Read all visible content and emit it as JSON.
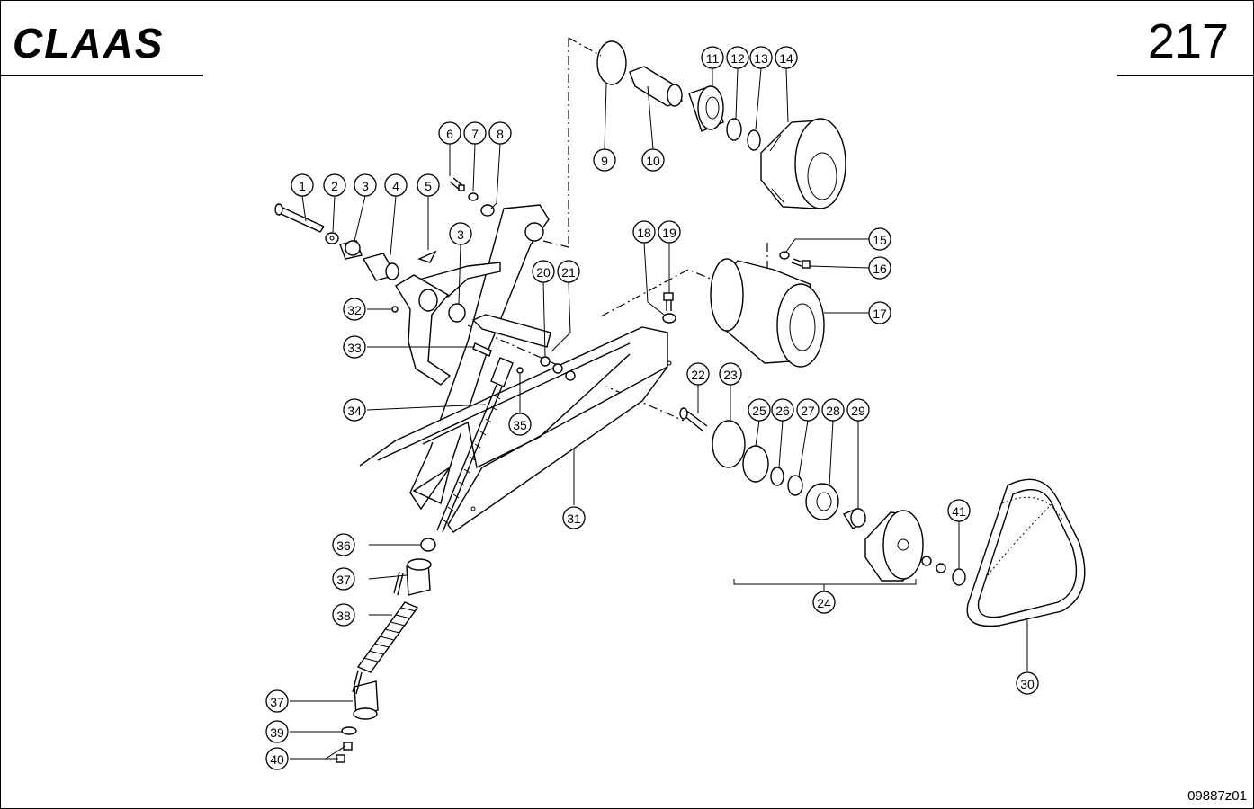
{
  "header": {
    "brand_logo": "CLAAS",
    "page_number": "217"
  },
  "footer": {
    "drawing_code": "09887z01"
  },
  "callouts": [
    {
      "id": "c1",
      "label": "1"
    },
    {
      "id": "c2",
      "label": "2"
    },
    {
      "id": "c3a",
      "label": "3"
    },
    {
      "id": "c4",
      "label": "4"
    },
    {
      "id": "c5",
      "label": "5"
    },
    {
      "id": "c6",
      "label": "6"
    },
    {
      "id": "c7",
      "label": "7"
    },
    {
      "id": "c8",
      "label": "8"
    },
    {
      "id": "c3b",
      "label": "3"
    },
    {
      "id": "c9",
      "label": "9"
    },
    {
      "id": "c10",
      "label": "10"
    },
    {
      "id": "c11",
      "label": "11"
    },
    {
      "id": "c12",
      "label": "12"
    },
    {
      "id": "c13",
      "label": "13"
    },
    {
      "id": "c14",
      "label": "14"
    },
    {
      "id": "c15",
      "label": "15"
    },
    {
      "id": "c16",
      "label": "16"
    },
    {
      "id": "c17",
      "label": "17"
    },
    {
      "id": "c18",
      "label": "18"
    },
    {
      "id": "c19",
      "label": "19"
    },
    {
      "id": "c20",
      "label": "20"
    },
    {
      "id": "c21",
      "label": "21"
    },
    {
      "id": "c22",
      "label": "22"
    },
    {
      "id": "c23",
      "label": "23"
    },
    {
      "id": "c24",
      "label": "24"
    },
    {
      "id": "c25",
      "label": "25"
    },
    {
      "id": "c26",
      "label": "26"
    },
    {
      "id": "c27",
      "label": "27"
    },
    {
      "id": "c28",
      "label": "28"
    },
    {
      "id": "c29",
      "label": "29"
    },
    {
      "id": "c30",
      "label": "30"
    },
    {
      "id": "c31",
      "label": "31"
    },
    {
      "id": "c32",
      "label": "32"
    },
    {
      "id": "c33",
      "label": "33"
    },
    {
      "id": "c34",
      "label": "34"
    },
    {
      "id": "c35",
      "label": "35"
    },
    {
      "id": "c36",
      "label": "36"
    },
    {
      "id": "c37a",
      "label": "37"
    },
    {
      "id": "c38",
      "label": "38"
    },
    {
      "id": "c37b",
      "label": "37"
    },
    {
      "id": "c39",
      "label": "39"
    },
    {
      "id": "c40",
      "label": "40"
    },
    {
      "id": "c41",
      "label": "41"
    }
  ]
}
